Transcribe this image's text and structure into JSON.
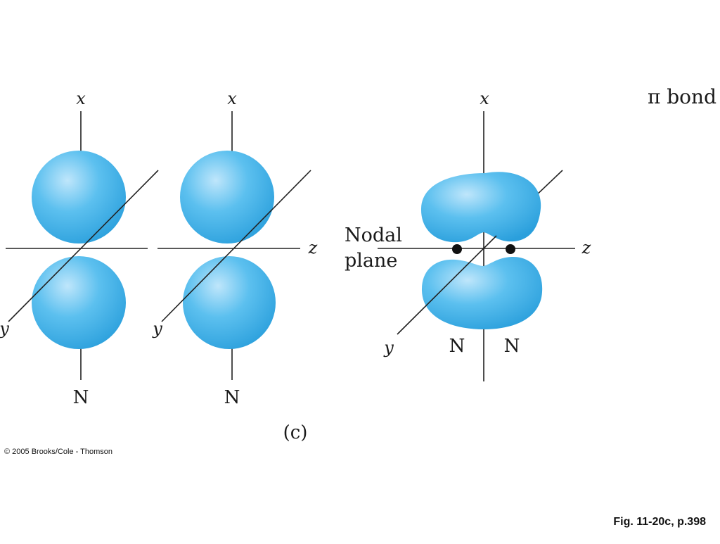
{
  "figure": {
    "panel_label": "(c)",
    "bond_label": "π bond",
    "copyright": "© 2005 Brooks/Cole - Thomson",
    "figure_ref": "Fig. 11-20c, p.398",
    "colors": {
      "lobe_highlight": "#bfe6fb",
      "lobe_mid": "#5cc0ef",
      "lobe_edge": "#2a9fdc",
      "axis": "#222222"
    }
  },
  "atoms": [
    {
      "axis_x": "x",
      "axis_y": "y",
      "axis_z": "",
      "atom": "N"
    },
    {
      "axis_x": "x",
      "axis_y": "y",
      "axis_z": "z",
      "atom": "N"
    }
  ],
  "bond_diagram": {
    "axis_x": "x",
    "axis_y": "y",
    "axis_z": "z",
    "nodal_label_line1": "Nodal",
    "nodal_label_line2": "plane",
    "atom_left": "N",
    "atom_right": "N"
  }
}
